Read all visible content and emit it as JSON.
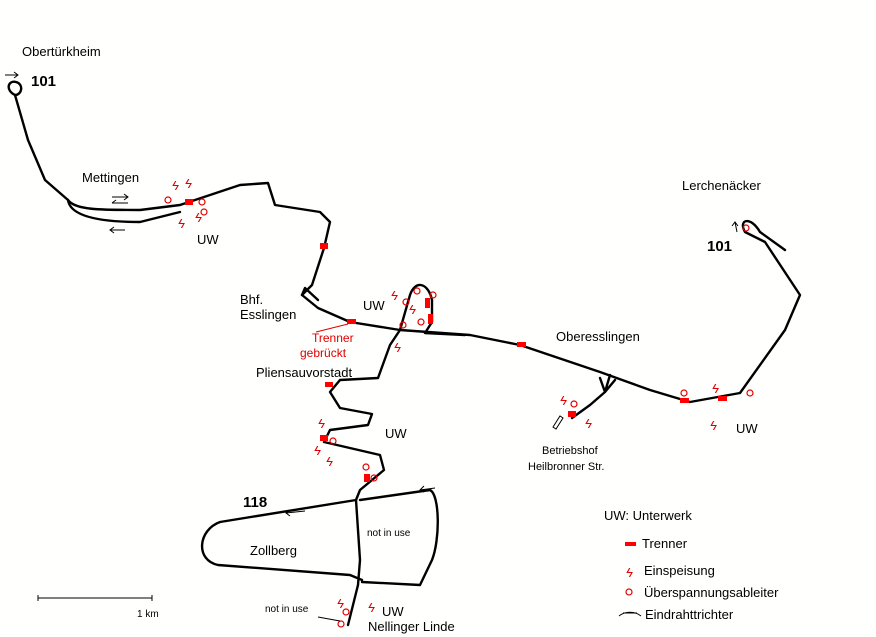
{
  "places": {
    "obertuerkheim": "Obertürkheim",
    "mettingen": "Mettingen",
    "bhf_esslingen": "Bhf.\nEsslingen",
    "bhf": "Bhf.",
    "esslingen": "Esslingen",
    "pliensauvorstadt": "Pliensauvorstadt",
    "oberesslingen": "Oberesslingen",
    "lerchenaecker": "Lerchenäcker",
    "betriebshof1": "Betriebshof",
    "betriebshof2": "Heilbronner Str.",
    "zollberg": "Zollberg",
    "nellinger_linde": "Nellinger Linde"
  },
  "lines": {
    "l101_a": "101",
    "l101_b": "101",
    "l118": "118"
  },
  "uw_labels": [
    "UW",
    "UW",
    "UW",
    "UW",
    "UW"
  ],
  "trenner_note": [
    "Trenner",
    "gebrückt"
  ],
  "not_in_use": [
    "not in use",
    "not in use"
  ],
  "scale": {
    "label": "1 km"
  },
  "legend": {
    "uw": "UW:  Unterwerk",
    "trenner": "Trenner",
    "einspeisung": "Einspeisung",
    "ueberspannung": "Überspannungsableiter",
    "eindraht": "Eindrahttrichter"
  },
  "colors": {
    "track": "#000000",
    "power": "#e00000"
  }
}
